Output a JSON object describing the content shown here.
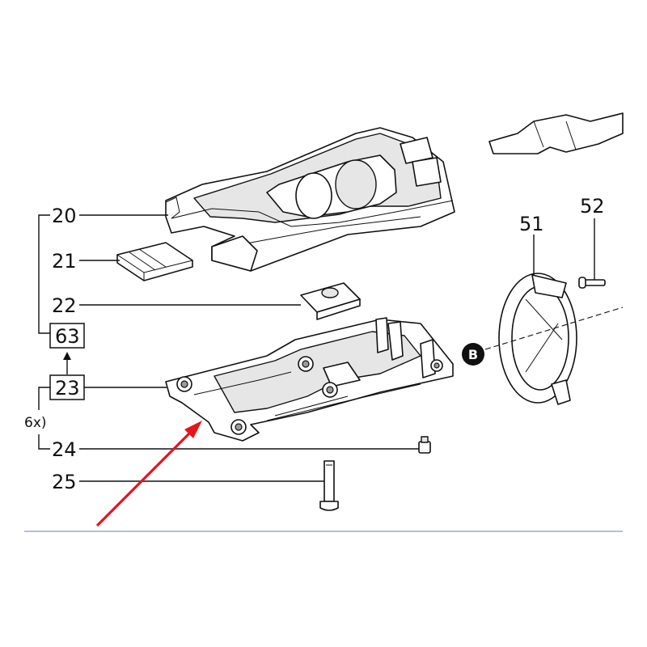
{
  "callouts": {
    "p20": "20",
    "p21": "21",
    "p22": "22",
    "p63": "63",
    "p23": "23",
    "qty": "6x)",
    "p24": "24",
    "p25": "25",
    "p51": "51",
    "p52": "52",
    "ref_b": "B"
  },
  "colors": {
    "arrow": "#e8131b",
    "line": "#111111",
    "badge": "#111111"
  }
}
